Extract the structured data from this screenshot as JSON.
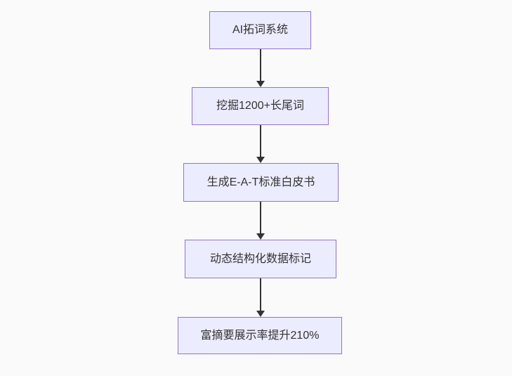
{
  "diagram": {
    "type": "flowchart",
    "direction": "top-down",
    "nodes": [
      {
        "id": "node-1",
        "label": "AI拓词系统"
      },
      {
        "id": "node-2",
        "label": "挖掘1200+长尾词"
      },
      {
        "id": "node-3",
        "label": "生成E-A-T标准白皮书"
      },
      {
        "id": "node-4",
        "label": "动态结构化数据标记"
      },
      {
        "id": "node-5",
        "label": "富摘要展示率提升210%"
      }
    ],
    "edges": [
      {
        "from": "node-1",
        "to": "node-2",
        "style": "arrow-down"
      },
      {
        "from": "node-2",
        "to": "node-3",
        "style": "arrow-down"
      },
      {
        "from": "node-3",
        "to": "node-4",
        "style": "arrow-down"
      },
      {
        "from": "node-4",
        "to": "node-5",
        "style": "arrow-down"
      }
    ],
    "colors": {
      "background": "#fafafa",
      "node_fill": "#ececff",
      "node_border": "#9370db",
      "text": "#333333",
      "arrow": "#333333"
    }
  }
}
